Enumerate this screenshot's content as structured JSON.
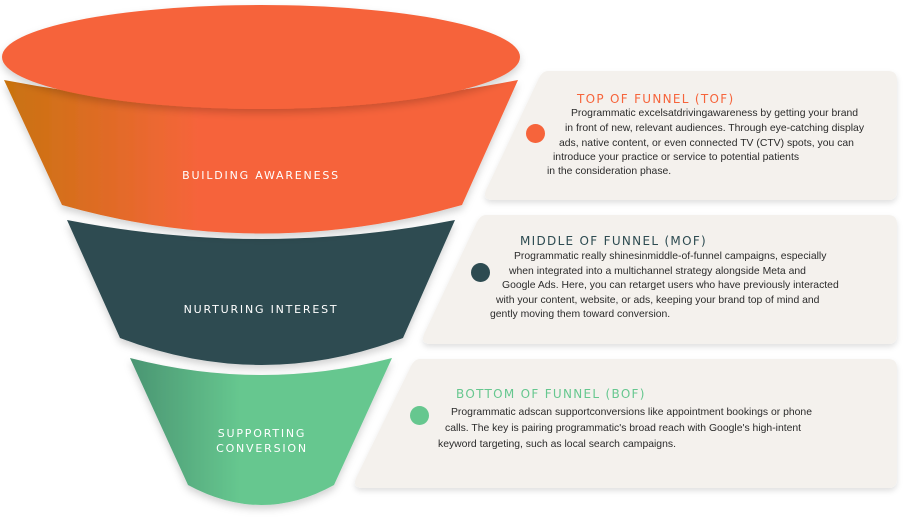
{
  "colors": {
    "tof": "#f6643b",
    "tof_dark": "#c8730f",
    "mof": "#2d4b51",
    "bof": "#66c78f",
    "bof_dark": "#4a9572",
    "card_bg": "#f4f1ed",
    "body_text": "#2b2b2b"
  },
  "funnel": {
    "bands": [
      {
        "label": "BUILDING AWARENESS"
      },
      {
        "label": "NURTURING INTEREST"
      },
      {
        "label_line1": "SUPPORTING",
        "label_line2": "CONVERSION"
      }
    ]
  },
  "cards": [
    {
      "title": "TOP OF FUNNEL (TOF)",
      "lines": [
        "Programmatic excelsatdrivingawareness by getting your brand",
        "in front of new, relevant audiences. Through eye-catching display",
        "ads, native content, or even connected TV (CTV) spots, you can",
        "introduce your practice or service to potential patients",
        "in the consideration phase."
      ]
    },
    {
      "title": "MIDDLE OF FUNNEL (MOF)",
      "lines": [
        "Programmatic really shinesinmiddle-of-funnel campaigns, especially",
        "when integrated into a multichannel strategy alongside Meta and",
        "Google Ads. Here, you can retarget users who have previously interacted",
        "with your content, website, or ads, keeping your brand top of mind and",
        "gently moving them toward conversion."
      ]
    },
    {
      "title": "BOTTOM OF FUNNEL (BOF)",
      "lines": [
        "Programmatic adscan supportconversions like appointment bookings or phone",
        "calls. The key is pairing programmatic's broad reach with Google's high-intent",
        "keyword targeting, such as local search campaigns."
      ]
    }
  ]
}
